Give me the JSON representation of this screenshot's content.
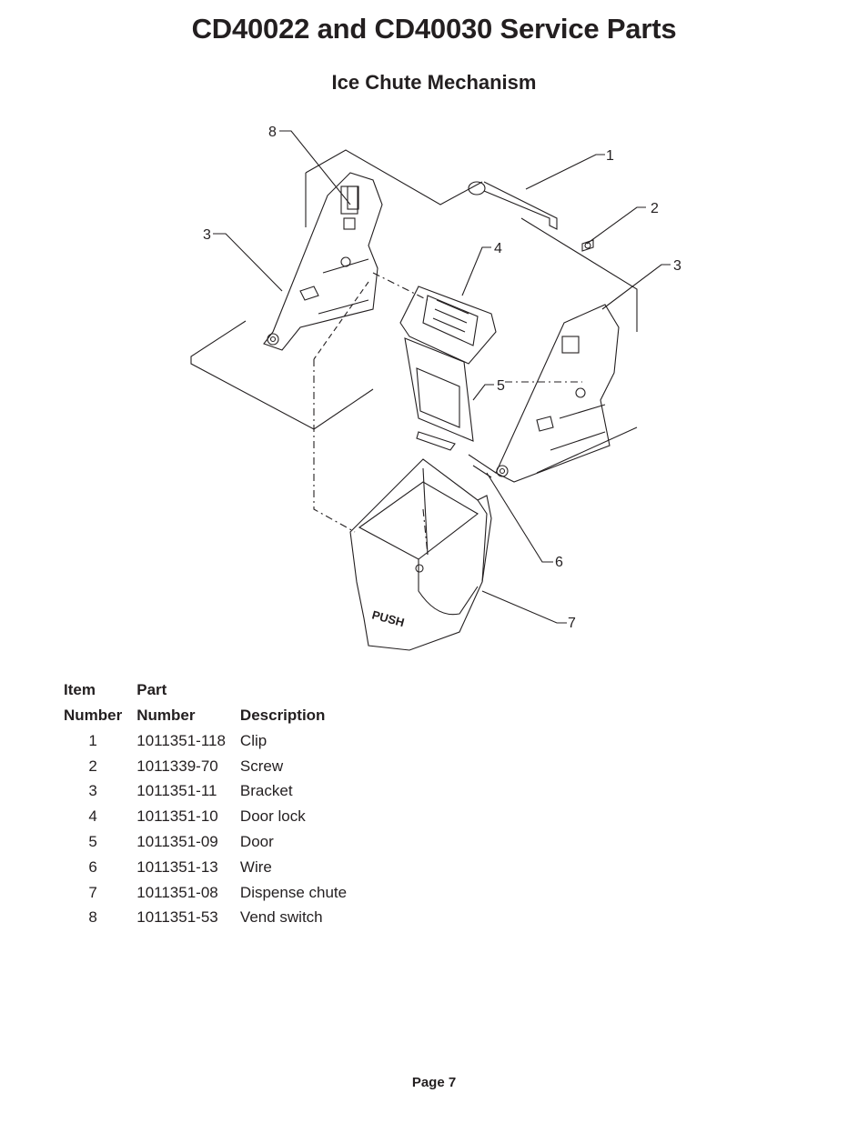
{
  "page": {
    "title": "CD40022 and CD40030 Service Parts",
    "subtitle": "Ice Chute Mechanism",
    "footer": "Page 7"
  },
  "diagram": {
    "callouts": [
      "8",
      "1",
      "2",
      "3",
      "4",
      "3",
      "5",
      "6",
      "7"
    ],
    "chute_label": "PUSH"
  },
  "table": {
    "header_row1": [
      "Item",
      "Part",
      ""
    ],
    "header_row2": [
      "Number",
      "Number",
      "Description"
    ],
    "rows": [
      [
        "1",
        "1011351-118",
        "Clip"
      ],
      [
        "2",
        "1011339-70",
        "Screw"
      ],
      [
        "3",
        "1011351-11",
        "Bracket"
      ],
      [
        "4",
        "1011351-10",
        "Door lock"
      ],
      [
        "5",
        "1011351-09",
        "Door"
      ],
      [
        "6",
        "1011351-13",
        "Wire"
      ],
      [
        "7",
        "1011351-08",
        "Dispense chute"
      ],
      [
        "8",
        "1011351-53",
        "Vend switch"
      ]
    ]
  }
}
